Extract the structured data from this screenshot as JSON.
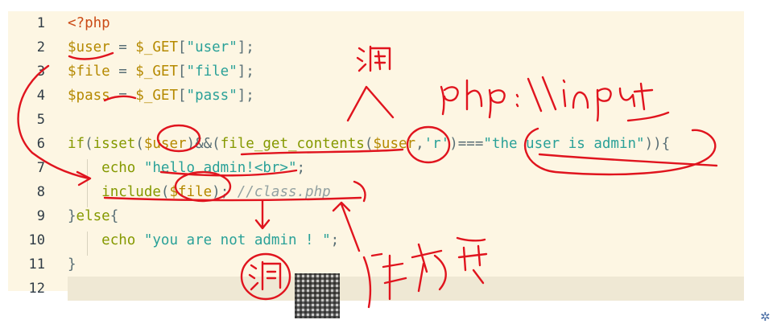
{
  "line_numbers": [
    "1",
    "2",
    "3",
    "4",
    "5",
    "6",
    "7",
    "8",
    "9",
    "10",
    "11",
    "12"
  ],
  "code": {
    "l1": {
      "a": "<?php"
    },
    "l2": {
      "a": "$user",
      "b": " = ",
      "c": "$_GET",
      "d": "[",
      "e": "\"user\"",
      "f": "];"
    },
    "l3": {
      "a": "$file",
      "b": " = ",
      "c": "$_GET",
      "d": "[",
      "e": "\"file\"",
      "f": "];"
    },
    "l4": {
      "a": "$pass",
      "b": " = ",
      "c": "$_GET",
      "d": "[",
      "e": "\"pass\"",
      "f": "];"
    },
    "l6": {
      "a": "if",
      "b": "(",
      "c": "isset",
      "d": "(",
      "e": "$user",
      "f": ")&&(",
      "g": "file_get_contents",
      "h": "(",
      "i": "$user",
      "j": ",",
      "k": "'r'",
      "l": ")===",
      "m": "\"the user is admin\"",
      "n": ")){"
    },
    "l7": {
      "a": "echo",
      "b": " ",
      "c": "\"hello admin!<br>\"",
      "d": ";"
    },
    "l8": {
      "a": "include",
      "b": "(",
      "c": "$file",
      "d": "); ",
      "e": "//class.php"
    },
    "l9": {
      "a": "}",
      "b": "else",
      "c": "{"
    },
    "l10": {
      "a": "echo",
      "b": " ",
      "c": "\"you are not admin ! \"",
      "d": ";"
    },
    "l11": {
      "a": "}"
    }
  },
  "colors": {
    "background": "#fdf6e3",
    "current_line": "#efe8d4",
    "keyword": "#859900",
    "variable": "#b58900",
    "string": "#2aa198",
    "ink": "#e0141e"
  },
  "icons": {
    "corner": "settings-gear-icon"
  }
}
